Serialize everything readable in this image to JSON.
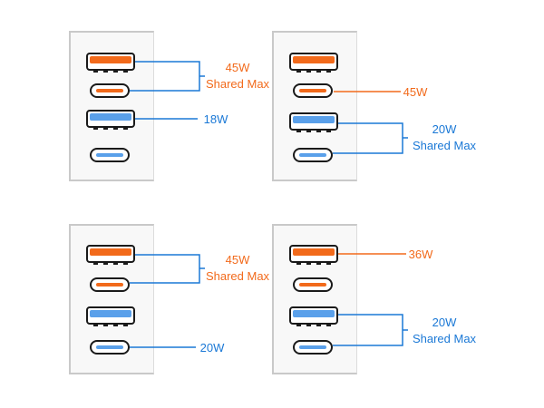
{
  "colors": {
    "orange": "#f26a1b",
    "blue": "#1a78d6",
    "blue_fill": "#5aa0ea"
  },
  "configs": [
    {
      "ports": [
        {
          "kind": "usb-a",
          "color": "orange"
        },
        {
          "kind": "usb-c",
          "color": "orange"
        },
        {
          "kind": "usb-a",
          "color": "blue"
        },
        {
          "kind": "usb-c",
          "color": "blue"
        }
      ],
      "labels": [
        {
          "lines": [
            "45W",
            "Shared Max"
          ],
          "color": "orange"
        },
        {
          "lines": [
            "18W"
          ],
          "color": "blue"
        }
      ]
    },
    {
      "ports": [
        {
          "kind": "usb-a",
          "color": "orange"
        },
        {
          "kind": "usb-c",
          "color": "orange"
        },
        {
          "kind": "usb-a",
          "color": "blue"
        },
        {
          "kind": "usb-c",
          "color": "blue"
        }
      ],
      "labels": [
        {
          "lines": [
            "45W"
          ],
          "color": "orange"
        },
        {
          "lines": [
            "20W",
            "Shared Max"
          ],
          "color": "blue"
        }
      ]
    },
    {
      "ports": [
        {
          "kind": "usb-a",
          "color": "orange"
        },
        {
          "kind": "usb-c",
          "color": "orange"
        },
        {
          "kind": "usb-a",
          "color": "blue"
        },
        {
          "kind": "usb-c",
          "color": "blue"
        }
      ],
      "labels": [
        {
          "lines": [
            "45W",
            "Shared Max"
          ],
          "color": "orange"
        },
        {
          "lines": [
            "20W"
          ],
          "color": "blue"
        }
      ]
    },
    {
      "ports": [
        {
          "kind": "usb-a",
          "color": "orange"
        },
        {
          "kind": "usb-c",
          "color": "orange"
        },
        {
          "kind": "usb-a",
          "color": "blue"
        },
        {
          "kind": "usb-c",
          "color": "blue"
        }
      ],
      "labels": [
        {
          "lines": [
            "36W"
          ],
          "color": "orange"
        },
        {
          "lines": [
            "20W",
            "Shared Max"
          ],
          "color": "blue"
        }
      ]
    }
  ]
}
